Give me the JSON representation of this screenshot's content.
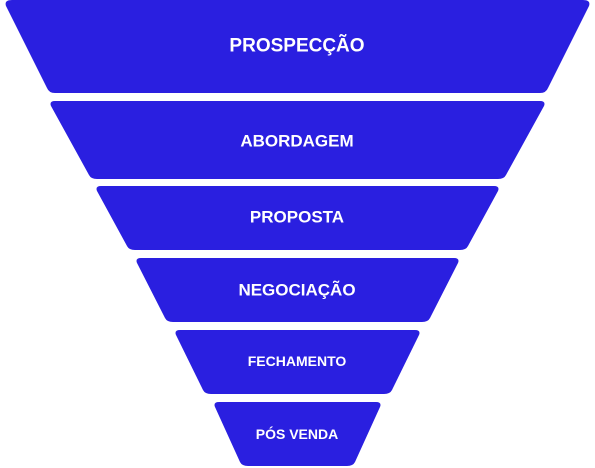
{
  "funnel": {
    "fill_color": "#2a1fe0",
    "stages": [
      {
        "label": "PROSPECÇÃO"
      },
      {
        "label": "ABORDAGEM"
      },
      {
        "label": "PROPOSTA"
      },
      {
        "label": "NEGOCIAÇÃO"
      },
      {
        "label": "FECHAMENTO"
      },
      {
        "label": "PÓS VENDA"
      }
    ]
  }
}
